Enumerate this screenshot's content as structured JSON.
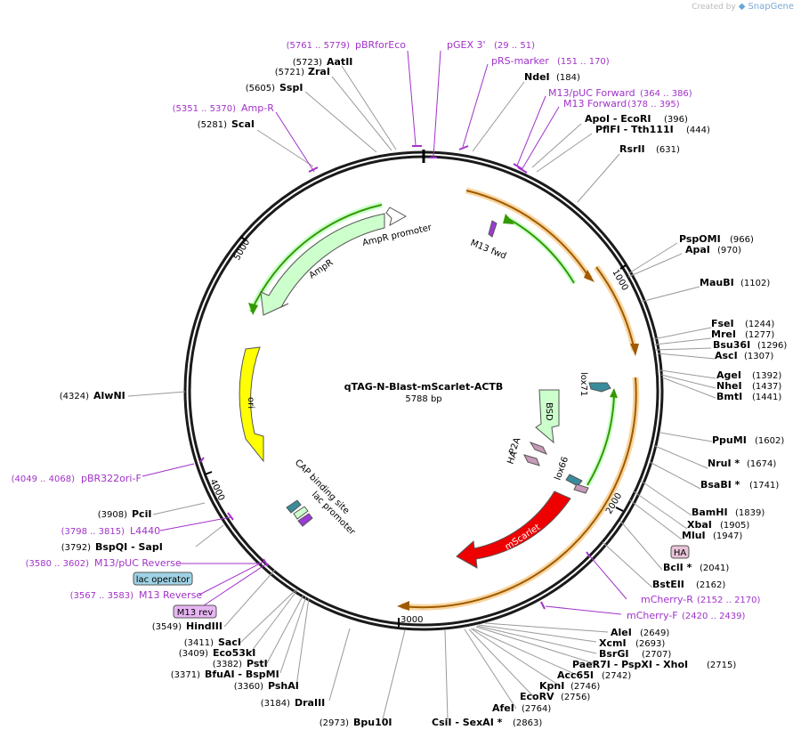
{
  "branding": {
    "created_by": "Created by",
    "product": "SnapGene"
  },
  "plasmid": {
    "name": "qTAG-N-Blast-mScarlet-ACTB",
    "length": "5788 bp"
  },
  "ticks": [
    "1000",
    "2000",
    "3000",
    "4000",
    "5000"
  ],
  "enzymes_right": [
    {
      "name": "PspOMI",
      "pos": "(966)"
    },
    {
      "name": "ApaI",
      "pos": "(970)"
    },
    {
      "name": "MauBI",
      "pos": "(1102)"
    },
    {
      "name": "FseI",
      "pos": "(1244)"
    },
    {
      "name": "MreI",
      "pos": "(1277)"
    },
    {
      "name": "Bsu36I",
      "pos": "(1296)"
    },
    {
      "name": "AscI",
      "pos": "(1307)"
    },
    {
      "name": "AgeI",
      "pos": "(1392)"
    },
    {
      "name": "NheI",
      "pos": "(1437)"
    },
    {
      "name": "BmtI",
      "pos": "(1441)"
    },
    {
      "name": "PpuMI",
      "pos": "(1602)"
    },
    {
      "name": "NruI *",
      "pos": "(1674)"
    },
    {
      "name": "BsaBI *",
      "pos": "(1741)"
    },
    {
      "name": "BamHI",
      "pos": "(1839)"
    },
    {
      "name": "XbaI",
      "pos": "(1905)"
    },
    {
      "name": "MluI",
      "pos": "(1947)"
    },
    {
      "name": "BclI *",
      "pos": "(2041)"
    },
    {
      "name": "BstEII",
      "pos": "(2162)"
    }
  ],
  "enzymes_top": [
    {
      "name": "AatII",
      "pos": "(5723)"
    },
    {
      "name": "ZraI",
      "pos": "(5721)"
    },
    {
      "name": "SspI",
      "pos": "(5605)"
    },
    {
      "name": "ScaI",
      "pos": "(5281)"
    },
    {
      "name": "NdeI",
      "pos": "(184)"
    },
    {
      "name": "ApoI - EcoRI",
      "pos": "(396)"
    },
    {
      "name": "PflFI - Tth111I",
      "pos": "(444)"
    },
    {
      "name": "RsrII",
      "pos": "(631)"
    }
  ],
  "enzymes_bottom": [
    {
      "name": "AleI",
      "pos": "(2649)"
    },
    {
      "name": "XcmI",
      "pos": "(2693)"
    },
    {
      "name": "BsrGI",
      "pos": "(2707)"
    },
    {
      "name": "PaeR7I - PspXI - XhoI",
      "pos": "(2715)"
    },
    {
      "name": "Acc65I",
      "pos": "(2742)"
    },
    {
      "name": "KpnI",
      "pos": "(2746)"
    },
    {
      "name": "EcoRV",
      "pos": "(2756)"
    },
    {
      "name": "AfeI",
      "pos": "(2764)"
    },
    {
      "name": "CsiI - SexAI *",
      "pos": "(2863)"
    },
    {
      "name": "Bpu10I",
      "pos": "(2973)"
    },
    {
      "name": "DraIII",
      "pos": "(3184)"
    },
    {
      "name": "PshAI",
      "pos": "(3360)"
    },
    {
      "name": "BfuAI - BspMI",
      "pos": "(3371)"
    },
    {
      "name": "PstI",
      "pos": "(3382)"
    },
    {
      "name": "Eco53kI",
      "pos": "(3409)"
    },
    {
      "name": "SacI",
      "pos": "(3411)"
    },
    {
      "name": "HindIII",
      "pos": "(3549)"
    }
  ],
  "enzymes_left": [
    {
      "name": "AlwNI",
      "pos": "(4324)"
    },
    {
      "name": "PciI",
      "pos": "(3908)"
    },
    {
      "name": "BspQI - SapI",
      "pos": "(3792)"
    }
  ],
  "primers": [
    {
      "name": "pBRforEco",
      "pos": "(5761 .. 5779)"
    },
    {
      "name": "pGEX 3'",
      "pos": "(29 .. 51)"
    },
    {
      "name": "pRS-marker",
      "pos": "(151 .. 170)"
    },
    {
      "name": "M13/pUC Forward",
      "pos": "(364 .. 386)"
    },
    {
      "name": "M13 Forward",
      "pos": "(378 .. 395)"
    },
    {
      "name": "Amp-R",
      "pos": "(5351 .. 5370)"
    },
    {
      "name": "pBR322ori-F",
      "pos": "(4049 .. 4068)"
    },
    {
      "name": "L4440",
      "pos": "(3798 .. 3815)"
    },
    {
      "name": "M13/pUC Reverse",
      "pos": "(3580 .. 3602)"
    },
    {
      "name": "M13 Reverse",
      "pos": "(3567 .. 3583)"
    },
    {
      "name": "mCherry-R",
      "pos": "(2152 .. 2170)"
    },
    {
      "name": "mCherry-F",
      "pos": "(2420 .. 2439)"
    }
  ],
  "boxes": {
    "lac_operator": "lac operator",
    "m13_rev": "M13 rev",
    "ha": "HA"
  },
  "features": {
    "ampr": "AmpR",
    "ampr_promoter": "AmpR promoter",
    "ori": "ori",
    "m13_fwd": "M13 fwd",
    "lox71": "lox71",
    "bsd": "BSD",
    "p2a": "P2A",
    "ha": "HA",
    "lox66": "lox66",
    "mscarlet": "mScarlet",
    "cap": "CAP binding site",
    "lac_promoter": "lac promoter"
  },
  "colors": {
    "backbone": "#1a1a1a",
    "ampr": "#ccffcc",
    "ori": "#ffff00",
    "mscarlet": "#ee0000",
    "bsd": "#ccffcc",
    "primer": "#a132c9",
    "lox": "#3a8c9b",
    "tag": "#c79ab8",
    "halo": "#f4b860",
    "arrow_green": "#339900",
    "arrow_brown": "#a05a00"
  }
}
